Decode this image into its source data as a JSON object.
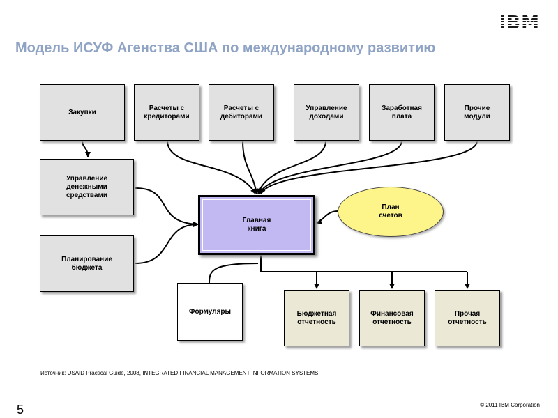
{
  "header": {
    "logo": "IBM",
    "title": "Модель ИСУФ Агенства США по международному развитию"
  },
  "nodes": {
    "purchases": "Закупки",
    "payables": "Расчеты с\nкредиторами",
    "receivables": "Расчеты с\nдебиторами",
    "revenue": "Управление\nдоходами",
    "payroll": "Заработная\nплата",
    "other_modules": "Прочие\nмодули",
    "cash_management": "Управление\nденежными\nсредствами",
    "budget_planning": "Планирование\nбюджета",
    "general_ledger": "Главная\nкнига",
    "chart_of_accounts": "План\nсчетов",
    "forms": "Формуляры",
    "budget_reporting": "Бюджетная\nотчетность",
    "financial_reporting": "Финансовая\nотчетность",
    "other_reporting": "Прочая\nотчетность"
  },
  "footer": {
    "source": "Источник: USAID Practical Guide, 2008, INTEGRATED FINANCIAL MANAGEMENT INFORMATION SYSTEMS",
    "page_number": "5",
    "copyright": "© 2011 IBM Corporation"
  },
  "colors": {
    "title": "#8fa3c4",
    "module_box": "#e1e1e1",
    "ledger_box": "#c2b8f2",
    "plan_ellipse": "#fdf58a",
    "report_box": "#ebe8d6"
  }
}
